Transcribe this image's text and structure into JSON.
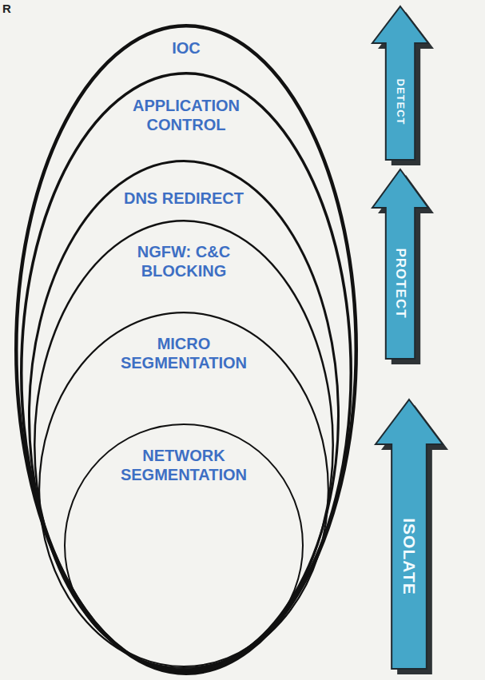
{
  "diagram": {
    "nodes": [
      {
        "text": [
          "IOC"
        ]
      },
      {
        "text": [
          "APPLICATION CONTROL"
        ],
        "in": 0
      },
      {
        "text": [
          "DNS REDIRECT"
        ],
        "in": 1
      },
      {
        "text": [
          "NGFW: C&C BLOCKING"
        ],
        "in": 2
      },
      {
        "text": [
          "MICRO SEGMENTATION"
        ],
        "in": 3
      },
      {
        "text": [
          "NETWORK SEGMENTATION"
        ],
        "in": 4
      },
      {
        "text": [
          "DETECT"
        ]
      },
      {
        "text": [
          "PROTECT"
        ]
      },
      {
        "text": [
          "ISOLATE"
        ]
      }
    ],
    "labels": [
      "R"
    ]
  }
}
